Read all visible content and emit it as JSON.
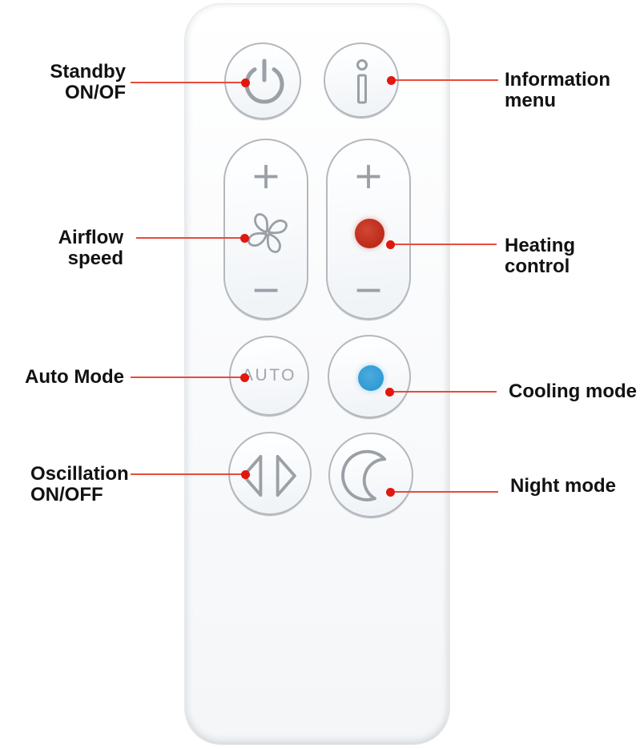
{
  "figure": {
    "subject": "fan-heater remote control button guide"
  },
  "remote": {
    "buttons": {
      "power": {
        "icon": "power-icon"
      },
      "info": {
        "icon": "info-icon"
      },
      "airflow": {
        "plus": "+",
        "minus": "−",
        "icon": "fan-icon"
      },
      "heating": {
        "plus": "+",
        "minus": "−",
        "icon": "red-dot-icon"
      },
      "auto": {
        "label": "AUTO"
      },
      "cooling": {
        "icon": "blue-dot-icon"
      },
      "oscillation": {
        "icon": "oscillation-arrows-icon"
      },
      "night": {
        "icon": "moon-icon"
      }
    }
  },
  "annotations": {
    "standby": {
      "line1": "Standby",
      "line2": "ON/OF"
    },
    "information": {
      "line1": "Information",
      "line2": "menu"
    },
    "airflow": {
      "line1": "Airflow speed"
    },
    "heating": {
      "line1": "Heating control"
    },
    "auto_mode": {
      "line1": "Auto Mode"
    },
    "cooling": {
      "line1": "Cooling mode"
    },
    "oscillation": {
      "line1": "Oscillation",
      "line2": "ON/OFF"
    },
    "night": {
      "line1": "Night mode"
    }
  },
  "colors": {
    "leader_line": "#e84b3c",
    "leader_dot": "#e0180f",
    "heating_dot": "#bd2b1c",
    "cooling_dot": "#2f9bd3",
    "button_outline": "#b3b8bd",
    "glyph_stroke": "#9aa0a6",
    "label_text": "#121212",
    "remote_body": "#fafbfc",
    "background": "#ffffff"
  }
}
